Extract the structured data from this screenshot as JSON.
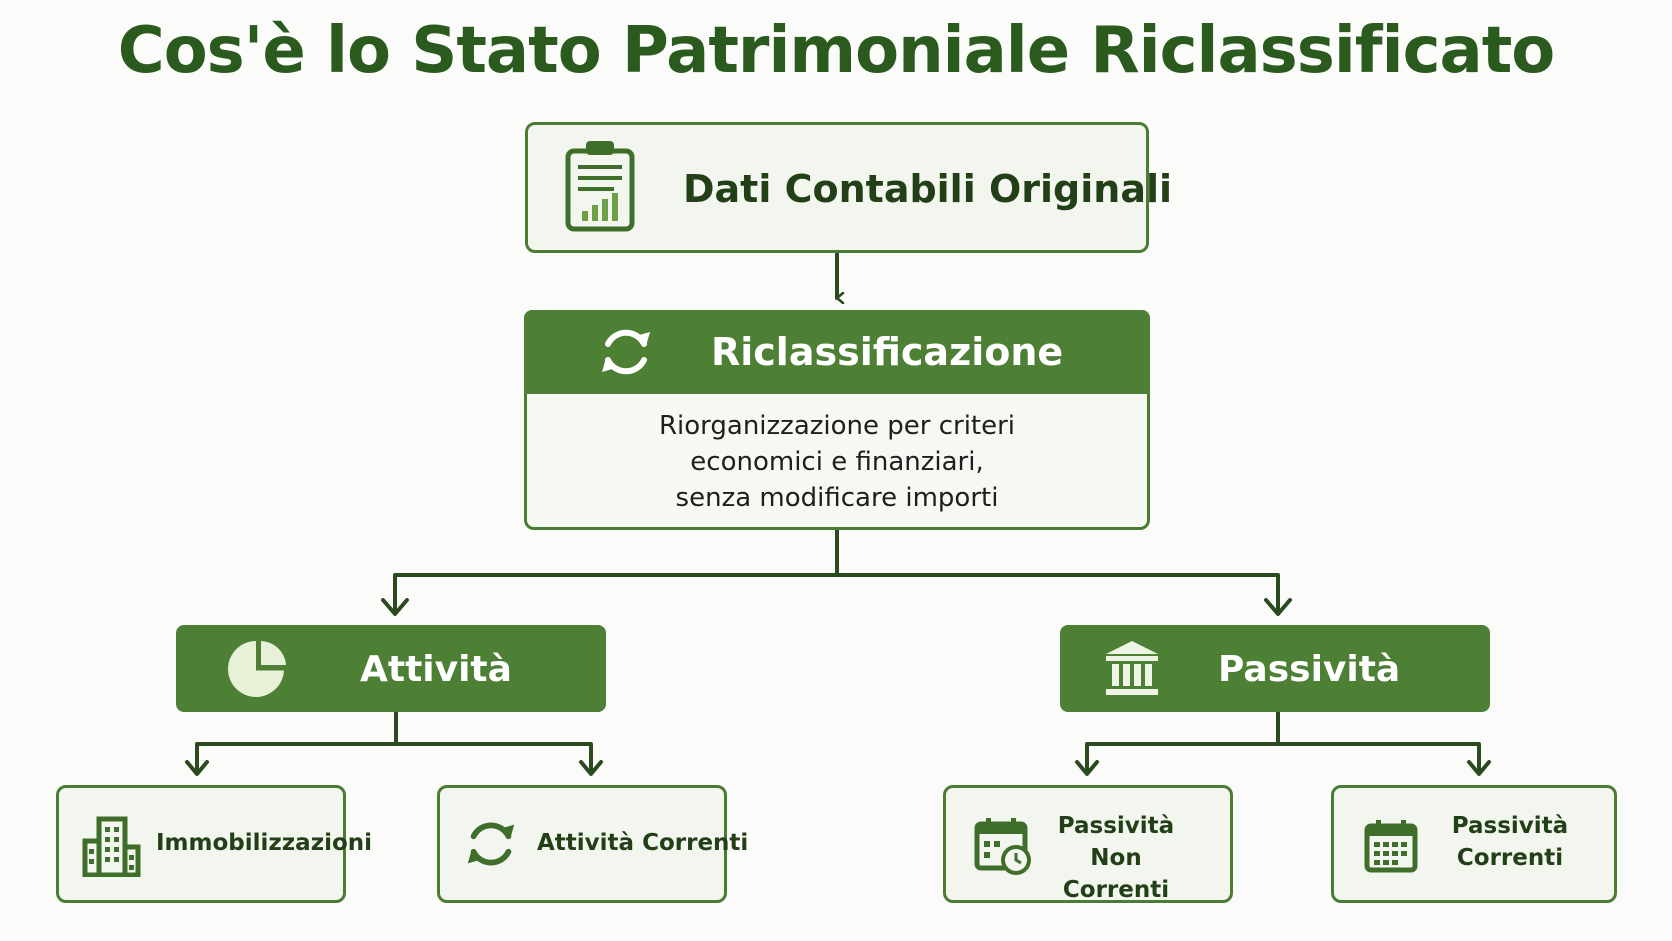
{
  "title": "Cos'è lo Stato Patrimoniale Riclassificato",
  "source": {
    "label": "Dati Contabili Originali"
  },
  "process": {
    "label": "Riclassificazione",
    "desc_line1": "Riorganizzazione per criteri",
    "desc_line2": "economici e finanziari,",
    "desc_line3": "senza modificare importi"
  },
  "assets": {
    "label": "Attività",
    "children": [
      {
        "label": "Immobilizzazioni"
      },
      {
        "label": "Attività Correnti"
      }
    ]
  },
  "liabilities": {
    "label": "Passività",
    "children": [
      {
        "line1": "Passività",
        "line2": "Non Correnti"
      },
      {
        "line1": "Passività",
        "line2": "Correnti"
      }
    ]
  },
  "colors": {
    "primary": "#4d7f34",
    "dark": "#2b5a1e",
    "box_fill": "#f3f6ef"
  },
  "icons": [
    "clipboard-chart-icon",
    "refresh-icon",
    "pie-chart-icon",
    "bank-icon",
    "building-icon",
    "calendar-clock-icon",
    "calendar-icon"
  ]
}
